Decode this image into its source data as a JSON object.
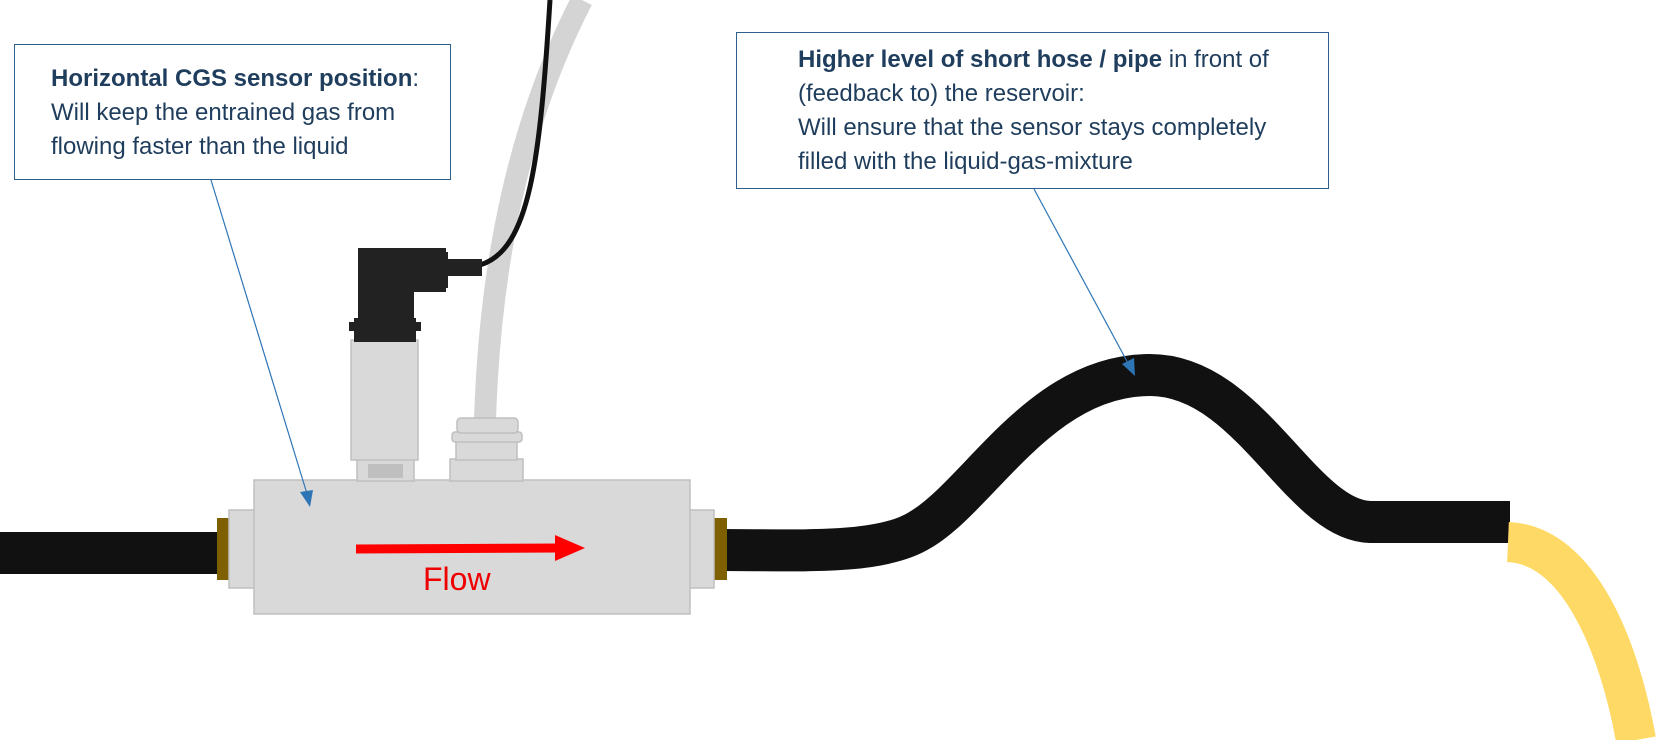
{
  "callouts": {
    "sensor_position": {
      "title": "Horizontal CGS sensor position",
      "title_suffix": ":",
      "body_lines": [
        "Will keep the entrained gas from",
        "flowing faster than the liquid"
      ]
    },
    "hose_level": {
      "title": "Higher level of short hose / pipe",
      "title_suffix": " in front of",
      "body_lines": [
        "(feedback to) the reservoir:",
        "Will ensure that the sensor stays completely",
        "filled with the liquid-gas-mixture"
      ]
    }
  },
  "flow_label": "Flow",
  "colors": {
    "callout_border": "#2e5f8e",
    "callout_text": "#1f3d5c",
    "leader_line": "#2e75b6",
    "hose": "#111111",
    "yellow_hose": "#ffd966",
    "sensor_body": "#d9d9d9",
    "fitting": "#7f6000",
    "connector": "#222222",
    "flow_arrow": "#ff0000"
  }
}
